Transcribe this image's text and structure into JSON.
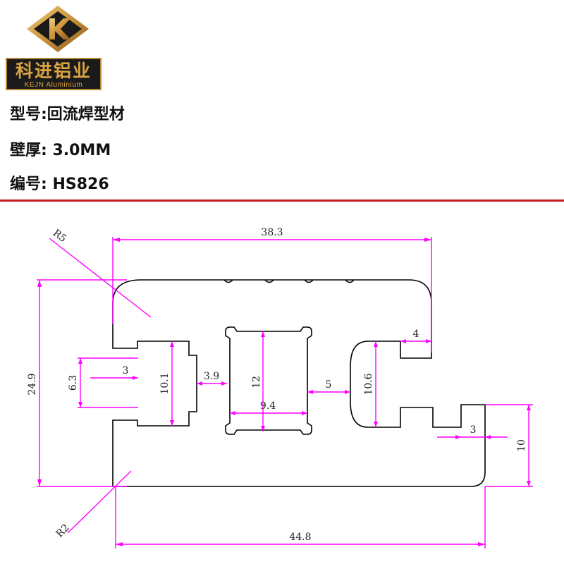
{
  "logo": {
    "cn": "科进铝业",
    "en": "KEJN Aluminium"
  },
  "spec": {
    "model": "型号:回流焊型材",
    "wall": "壁厚: 3.0MM",
    "code": "编号: HS826"
  },
  "dims": {
    "top_width": "38.3",
    "height": "24.9",
    "bottom_width": "44.8",
    "r5": "R5",
    "r2": "R2",
    "d_4": "4",
    "d_3_left": "3",
    "d_6_3": "6.3",
    "d_10_1": "10.1",
    "d_3_9": "3.9",
    "d_12": "12",
    "d_9_4": "9.4",
    "d_5": "5",
    "d_10_6": "10.6",
    "d_3_right": "3",
    "d_10": "10"
  },
  "colors": {
    "dimension": "#ff00ff",
    "outline": "#000000",
    "rule": "#c8191f",
    "logo_gold": "#d9a441"
  }
}
